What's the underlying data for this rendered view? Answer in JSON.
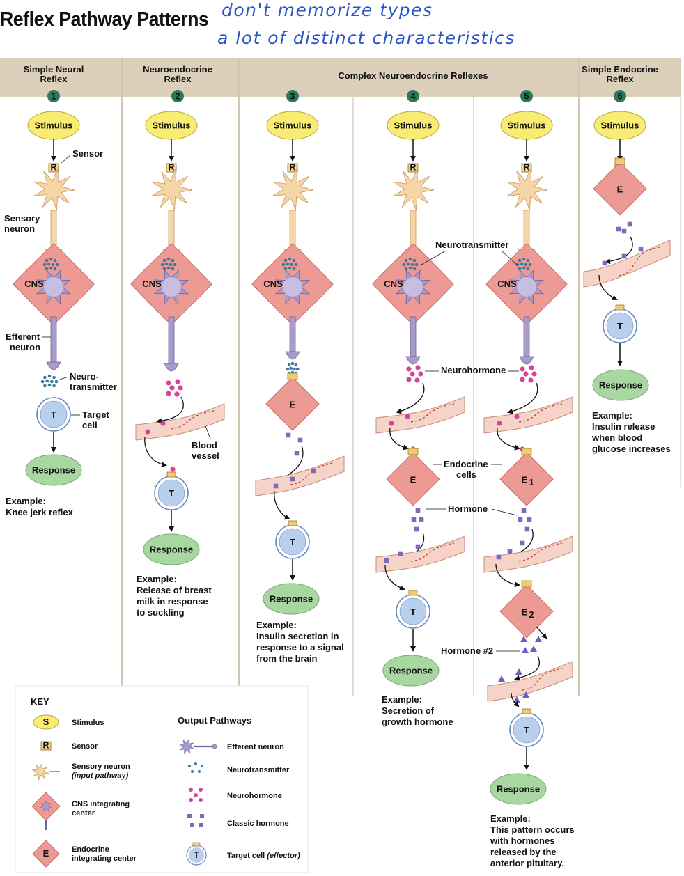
{
  "title": "Reflex Pathway Patterns",
  "annotations": [
    "don't memorize types",
    "a lot of distinct characteristics"
  ],
  "colors": {
    "header_bg": "#ddd0ba",
    "stimulus": "#f8ec72",
    "sensory_neuron": "#f6d5a6",
    "cns": "#ec9a93",
    "efferent": "#a89ac9",
    "target": "#b9cfee",
    "response": "#a8d7a2",
    "vessel": "#f5d3c6",
    "neurotransmitter": "#3a7a9c",
    "neurohormone": "#d8439a",
    "hormone": "#7c6bb6",
    "badge": "#2c7a5a",
    "annotation": "#2a56c6"
  },
  "columns": [
    {
      "num": "1",
      "header": [
        "Simple Neural",
        "Reflex"
      ]
    },
    {
      "num": "2",
      "header": [
        "Neuroendocrine",
        "Reflex"
      ]
    },
    {
      "num": "3"
    },
    {
      "num": "4"
    },
    {
      "num": "5"
    },
    {
      "num": "6",
      "header": [
        "Simple Endocrine",
        "Reflex"
      ]
    }
  ],
  "complex_header": "Complex Neuroendocrine Reflexes",
  "node_text": {
    "stimulus": "Stimulus",
    "response": "Response",
    "receptor": "R",
    "cns": "CNS",
    "endocrine": "E",
    "endocrine1": "E",
    "endocrine1_sub": "1",
    "endocrine2": "E",
    "endocrine2_sub": "2",
    "target": "T"
  },
  "labels": {
    "sensor": "Sensor",
    "sensory_neuron": [
      "Sensory",
      "neuron"
    ],
    "efferent_neuron": [
      "Efferent",
      "neuron"
    ],
    "neuro_transmitter": [
      "Neuro-",
      "transmitter"
    ],
    "target_cell": [
      "Target",
      "cell"
    ],
    "blood_vessel": [
      "Blood",
      "vessel"
    ],
    "neurotransmitter": "Neurotransmitter",
    "neurohormone": "Neurohormone",
    "endocrine_cells": [
      "Endocrine",
      "cells"
    ],
    "hormone": "Hormone",
    "hormone2": "Hormone #2"
  },
  "examples": [
    {
      "col": 1,
      "lines": [
        "Example:",
        "Knee jerk reflex"
      ]
    },
    {
      "col": 2,
      "lines": [
        "Example:",
        "Release of breast",
        "milk in response",
        "to suckling"
      ]
    },
    {
      "col": 3,
      "lines": [
        "Example:",
        "Insulin secretion in",
        "response to a signal",
        "from the brain"
      ]
    },
    {
      "col": 4,
      "lines": [
        "Example:",
        "Secretion of",
        "growth hormone"
      ]
    },
    {
      "col": 5,
      "lines": [
        "Example:",
        "This pattern occurs",
        "with hormones",
        "released by the",
        "anterior pituitary."
      ]
    },
    {
      "col": 6,
      "lines": [
        "Example:",
        "Insulin release",
        "when blood",
        "glucose increases"
      ]
    }
  ],
  "key": {
    "title": "KEY",
    "symbol_stimulus": "S",
    "symbol_sensor": "R",
    "symbol_endocrine": "E",
    "symbol_target": "T",
    "items": [
      {
        "label": [
          "Stimulus"
        ]
      },
      {
        "label": [
          "Sensor"
        ]
      },
      {
        "label": [
          "Sensory neuron"
        ],
        "italic": "(input pathway)"
      },
      {
        "label": [
          "CNS integrating",
          "center"
        ]
      },
      {
        "label": [
          "Endocrine",
          "integrating center"
        ]
      }
    ],
    "output_title": "Output Pathways",
    "outputs": [
      {
        "label": "Efferent neuron"
      },
      {
        "label": "Neurotransmitter"
      },
      {
        "label": "Neurohormone"
      },
      {
        "label": "Classic hormone"
      },
      {
        "label": "Target cell",
        "italic": "(effector)"
      }
    ]
  }
}
